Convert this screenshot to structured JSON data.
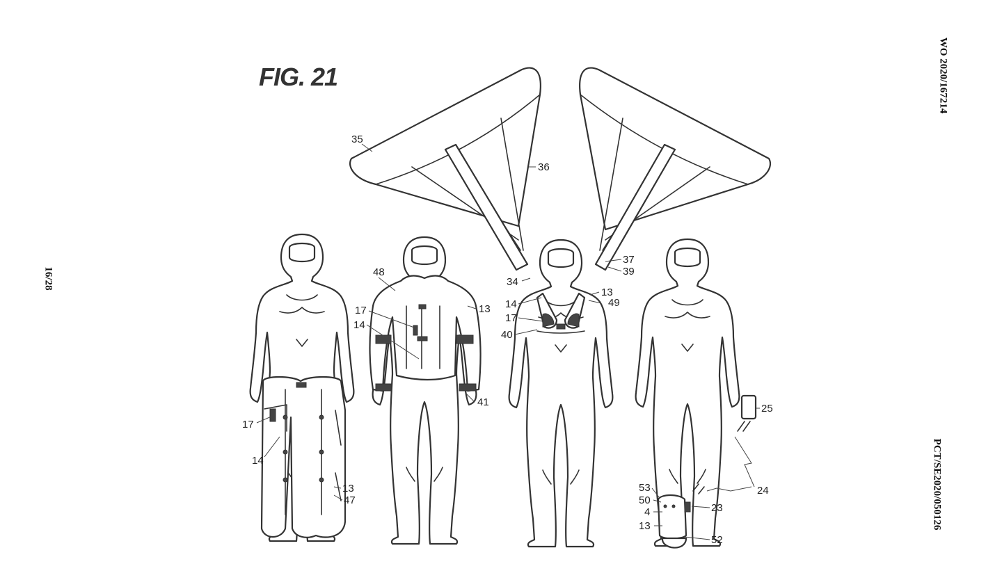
{
  "figure": {
    "title": "FIG. 21"
  },
  "header": {
    "publication_number": "WO 2020/167214",
    "application_number": "PCT/SE2020/050126",
    "sheet": "16/28"
  },
  "reference_numerals": {
    "n35": "35",
    "n36": "36",
    "n37": "37",
    "n39": "39",
    "n34": "34",
    "n13a": "13",
    "n49": "49",
    "n14a": "14",
    "n17a": "17",
    "n40": "40",
    "n48": "48",
    "n13b": "13",
    "n17b": "17",
    "n14b": "14",
    "n41": "41",
    "n17c": "17",
    "n14c": "14",
    "n13c": "13",
    "n47": "47",
    "n25": "25",
    "n24": "24",
    "n53": "53",
    "n50": "50",
    "n23": "23",
    "n4": "4",
    "n13d": "13",
    "n52": "52"
  }
}
